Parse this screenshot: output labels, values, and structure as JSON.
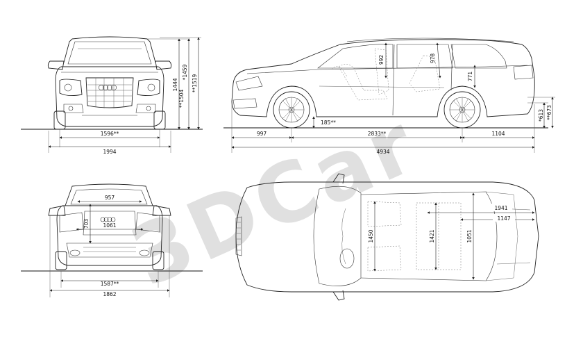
{
  "watermark": "3DCar",
  "brand_colors": {
    "line": "#222222",
    "watermark": "#d9d9d9",
    "background": "#ffffff"
  },
  "front_view": {
    "dims": {
      "height_1": "1444",
      "height_2": "*1459",
      "height_3": "**1504",
      "height_4": "**1519",
      "track": "1596**",
      "width": "1994"
    }
  },
  "side_view": {
    "dims": {
      "ground_clearance": "185**",
      "front_overhang": "997",
      "wheelbase": "2833**",
      "rear_overhang": "1104",
      "length": "4934",
      "headroom_front": "992",
      "headroom_rear": "978",
      "seat_height": "771",
      "rear_height_1": "*613",
      "rear_height_2": "**673"
    }
  },
  "rear_view": {
    "dims": {
      "upper_width": "957",
      "upper_height": "703",
      "lower_width": "1061",
      "track": "1587**",
      "width": "1862"
    }
  },
  "top_view": {
    "dims": {
      "width_1": "1450",
      "width_2": "1421",
      "width_3": "1051",
      "cargo_length_1": "1941",
      "cargo_length_2": "1147"
    }
  }
}
